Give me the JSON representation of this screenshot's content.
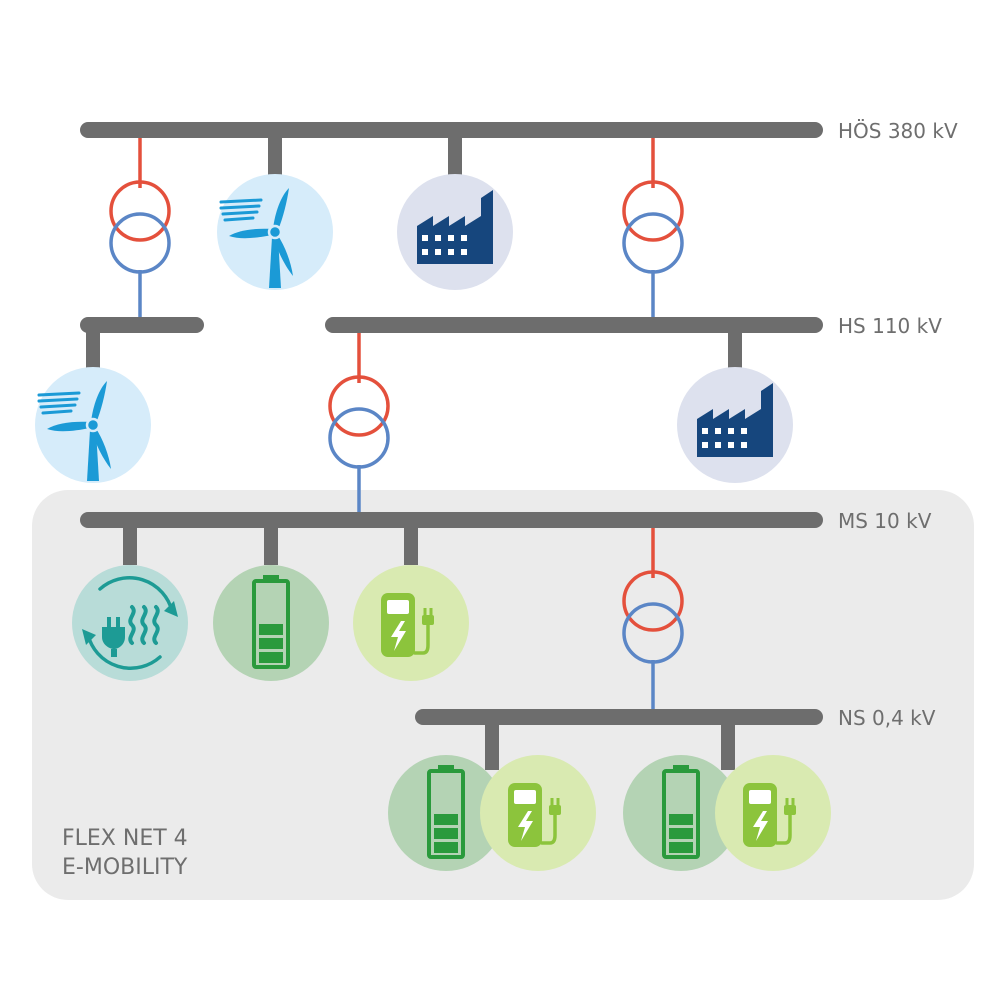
{
  "voltage_levels": {
    "hoes": "HÖS 380 kV",
    "hs": "HS 110 kV",
    "ms": "MS 10 kV",
    "ns": "NS 0,4 kV"
  },
  "zone": {
    "line1": "FLEX NET 4",
    "line2": "E-MOBILITY"
  },
  "colors": {
    "busbar": "#6d6d6d",
    "primary_winding": "#e4503c",
    "secondary_winding": "#5b86c6",
    "zone_background": "#ebebeb",
    "wind_circle": "#d6ecfa",
    "wind_turbine": "#1b9ad6",
    "factory_circle": "#dde1ee",
    "factory": "#16467d",
    "heat_circle": "#b8dcd8",
    "heat_icon": "#1d9b95",
    "battery_circle": "#b4d3b4",
    "battery": "#2a9a3c",
    "charger_circle": "#d9eab1",
    "charger": "#8cc43c"
  },
  "icons": {
    "wind": "wind-turbine-icon",
    "factory": "factory-icon",
    "transformer": "transformer-icon",
    "heat": "power-to-heat-icon",
    "battery": "battery-storage-icon",
    "charger": "ev-charging-station-icon"
  }
}
